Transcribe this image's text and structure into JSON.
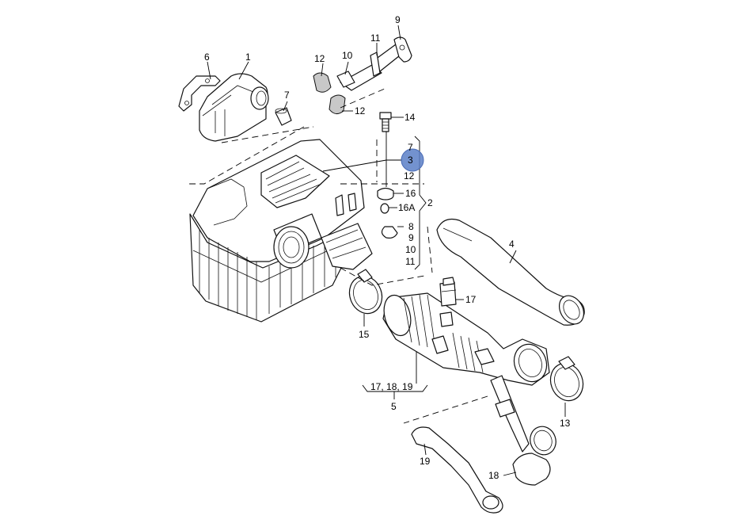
{
  "labels": {
    "p1": "1",
    "p2": "2",
    "p3": "3",
    "p4": "4",
    "p5": "5",
    "p6": "6",
    "p7_top": "7",
    "p7": "7",
    "p8": "8",
    "p9_top": "9",
    "p9": "9",
    "p10_top": "10",
    "p10": "10",
    "p11_top": "11",
    "p11": "11",
    "p12_top": "12",
    "p12_mid": "12",
    "p12_list": "12",
    "p13": "13",
    "p14": "14",
    "p15": "15",
    "p16": "16",
    "p16a": "16A",
    "p17": "17",
    "p17_18_19": "17, 18, 19",
    "p18": "18",
    "p19": "19"
  },
  "highlight": {
    "part": "3",
    "color": "#5b7fc7"
  }
}
